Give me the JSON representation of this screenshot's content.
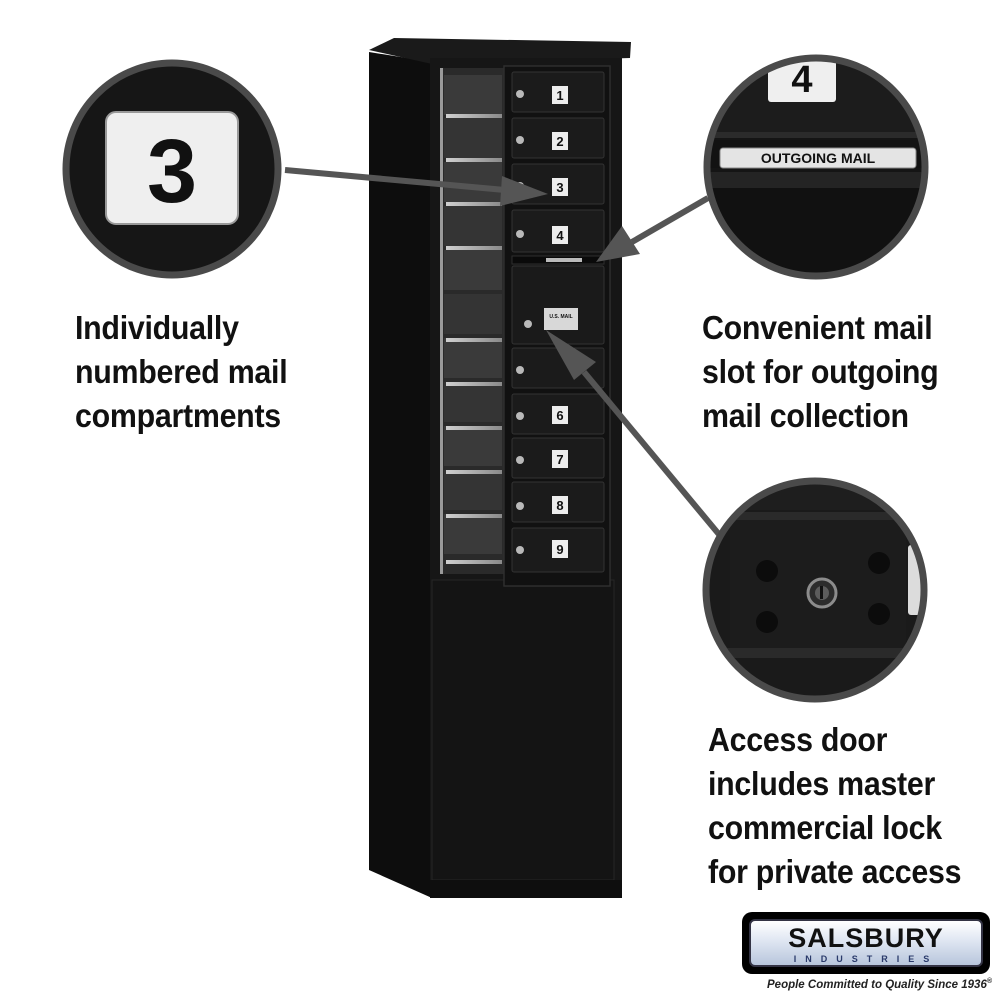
{
  "captions": {
    "left": [
      "Individually",
      "numbered mail",
      "compartments"
    ],
    "right_top": [
      "Convenient mail",
      "slot for outgoing",
      "mail collection"
    ],
    "right_bottom": [
      "Access door",
      "includes master",
      "commercial lock",
      "for private access"
    ]
  },
  "callouts": {
    "number_detail": "3",
    "slot_detail_number": "4",
    "slot_detail_label": "OUTGOING MAIL"
  },
  "compartments": [
    "1",
    "2",
    "3",
    "4",
    "",
    "6",
    "7",
    "8",
    "9"
  ],
  "access_door_label": "U.S. MAIL",
  "brand": {
    "name": "SALSBURY",
    "sub": "INDUSTRIES",
    "tagline": "People Committed to Quality Since 1936",
    "tagline_mark": "®"
  },
  "colors": {
    "cabinet": "#141414",
    "callout_ring": "#4a4a4a",
    "arrow": "#555555"
  }
}
